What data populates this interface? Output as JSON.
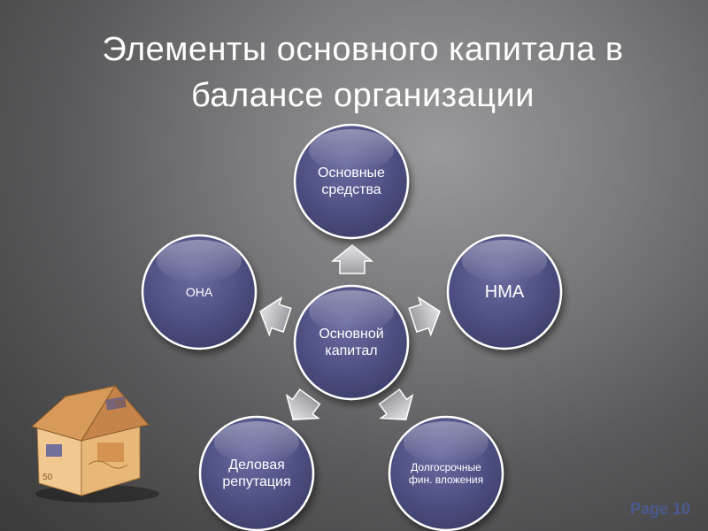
{
  "slide": {
    "title": "Элементы основного капитала в балансе организации",
    "page_label": "Page 10"
  },
  "diagram": {
    "center": {
      "label": "Основной капитал"
    },
    "nodes": [
      {
        "key": "top",
        "label": "Основные средства"
      },
      {
        "key": "right",
        "label": "НМА"
      },
      {
        "key": "bottom-right",
        "label": "Долгосрочные фин. вложения"
      },
      {
        "key": "bottom-left",
        "label": "Деловая репутация"
      },
      {
        "key": "left",
        "label": "ОНА"
      }
    ]
  },
  "colors": {
    "node_fill": "#4e4f82",
    "node_stroke": "#ffffff",
    "arrow_fill": "#c8c8cc"
  },
  "decor": {
    "image": "euro-banknote-house"
  }
}
